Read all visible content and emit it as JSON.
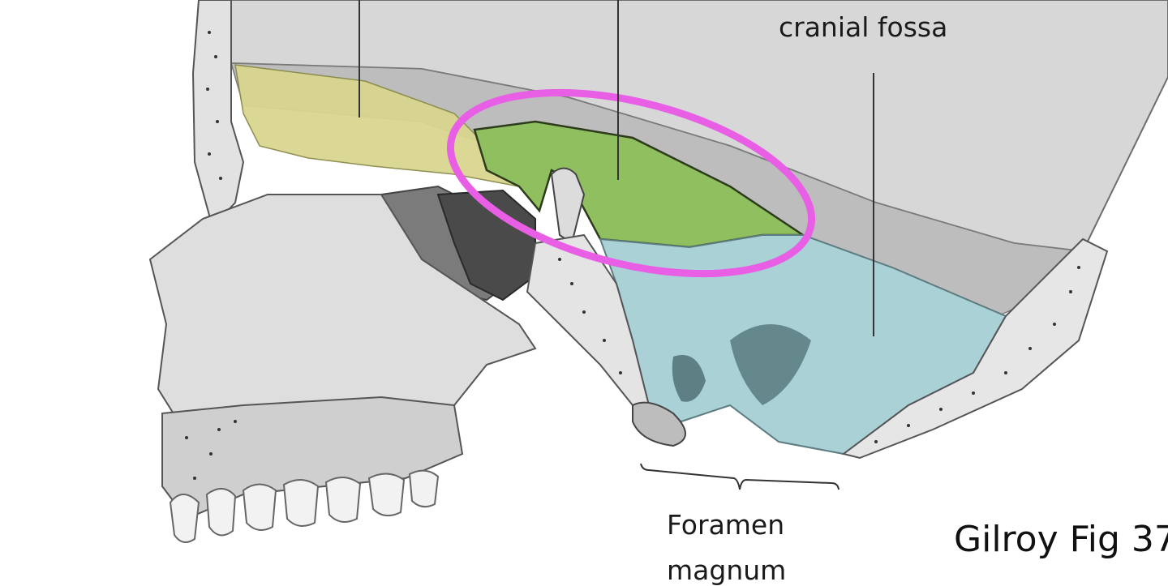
{
  "labels": {
    "fossa": "cranial fossa",
    "foramen_line1": "Foramen",
    "foramen_line2": "magnum",
    "credit": "Gilroy Fig 37"
  },
  "colors": {
    "anterior_fossa": "#d9d68f",
    "middle_fossa": "#8fbf5f",
    "posterior_fossa": "#a9d1d6",
    "highlight_ring": "#e85fe6",
    "bone_grey": "#c9c9c9",
    "bone_dark": "#6e6e6e",
    "leader_line": "#333333"
  }
}
